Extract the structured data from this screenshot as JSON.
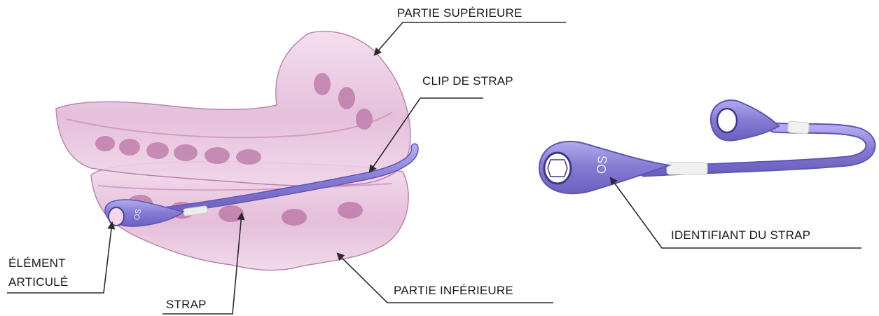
{
  "diagram": {
    "labels": {
      "upper_part": "PARTIE SUPÉRIEURE",
      "strap_clip": "CLIP DE STRAP",
      "joint_element_line1": "ÉLÉMENT",
      "joint_element_line2": "ARTICULÉ",
      "strap": "STRAP",
      "lower_part": "PARTIE INFÉRIEURE",
      "strap_identifier": "IDENTIFIANT DU STRAP"
    },
    "strap_logo": "OS",
    "colors": {
      "tray": "#e7c2dd",
      "tray_edge": "#b27aa6",
      "strap": "#8b80d6",
      "strap_dark": "#5f55b3",
      "strap_sleeve": "#eeeeee",
      "leader_line": "#2b2b2b"
    }
  }
}
